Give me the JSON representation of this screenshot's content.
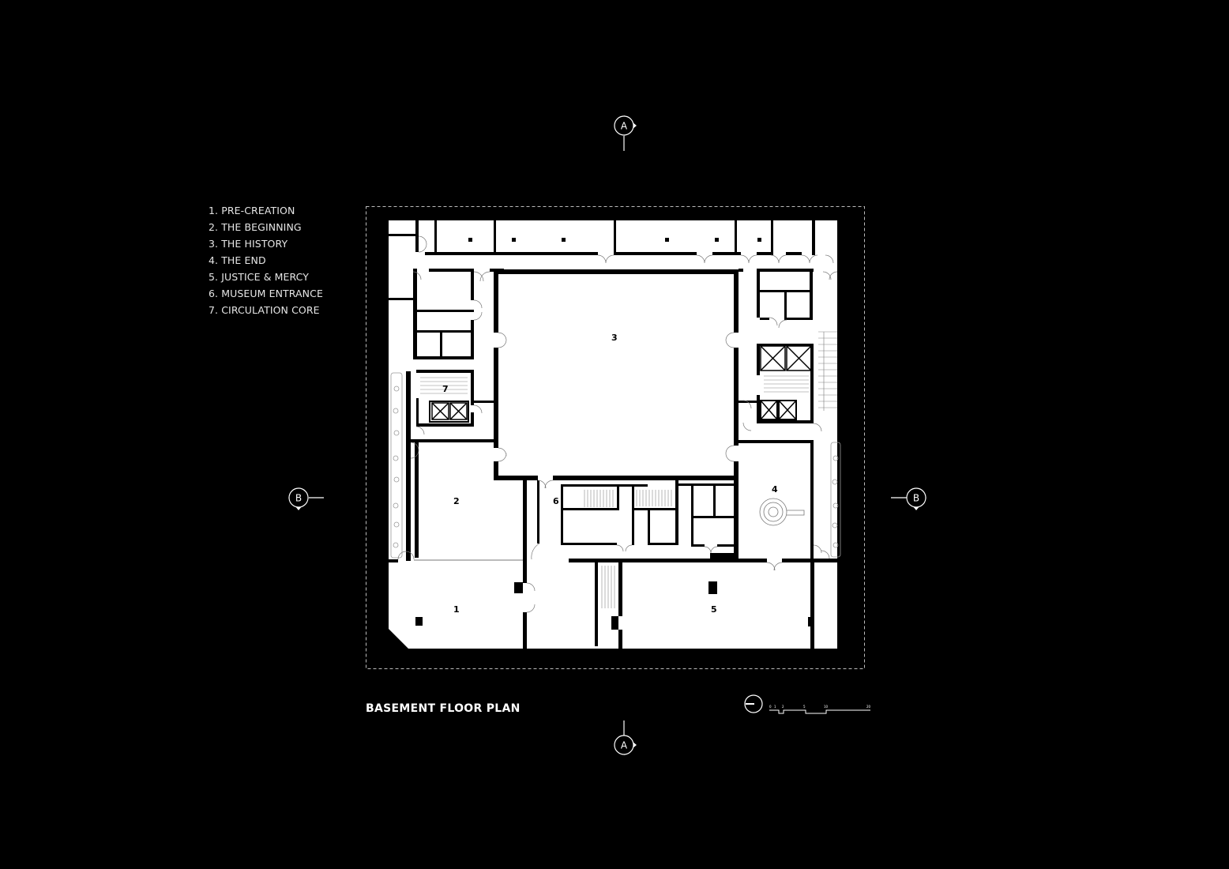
{
  "legend": [
    "1. PRE-CREATION",
    "2. THE BEGINNING",
    "3. THE HISTORY",
    "4. THE END",
    "5. JUSTICE & MERCY",
    "6. MUSEUM ENTRANCE",
    "7. CIRCULATION CORE"
  ],
  "title": "BASEMENT FLOOR PLAN",
  "rooms": {
    "r1": "1",
    "r2": "2",
    "r3": "3",
    "r4": "4",
    "r5": "5",
    "r6": "6",
    "r7": "7"
  },
  "section_markers": {
    "a_top": "A",
    "a_bottom": "A",
    "b_left": "B",
    "b_right": "B"
  },
  "scale_bar": {
    "labels": [
      "0",
      "1",
      "2",
      "5",
      "10",
      "20"
    ]
  },
  "colors": {
    "background": "#000000",
    "floor": "#ffffff",
    "ink": "#000000"
  }
}
